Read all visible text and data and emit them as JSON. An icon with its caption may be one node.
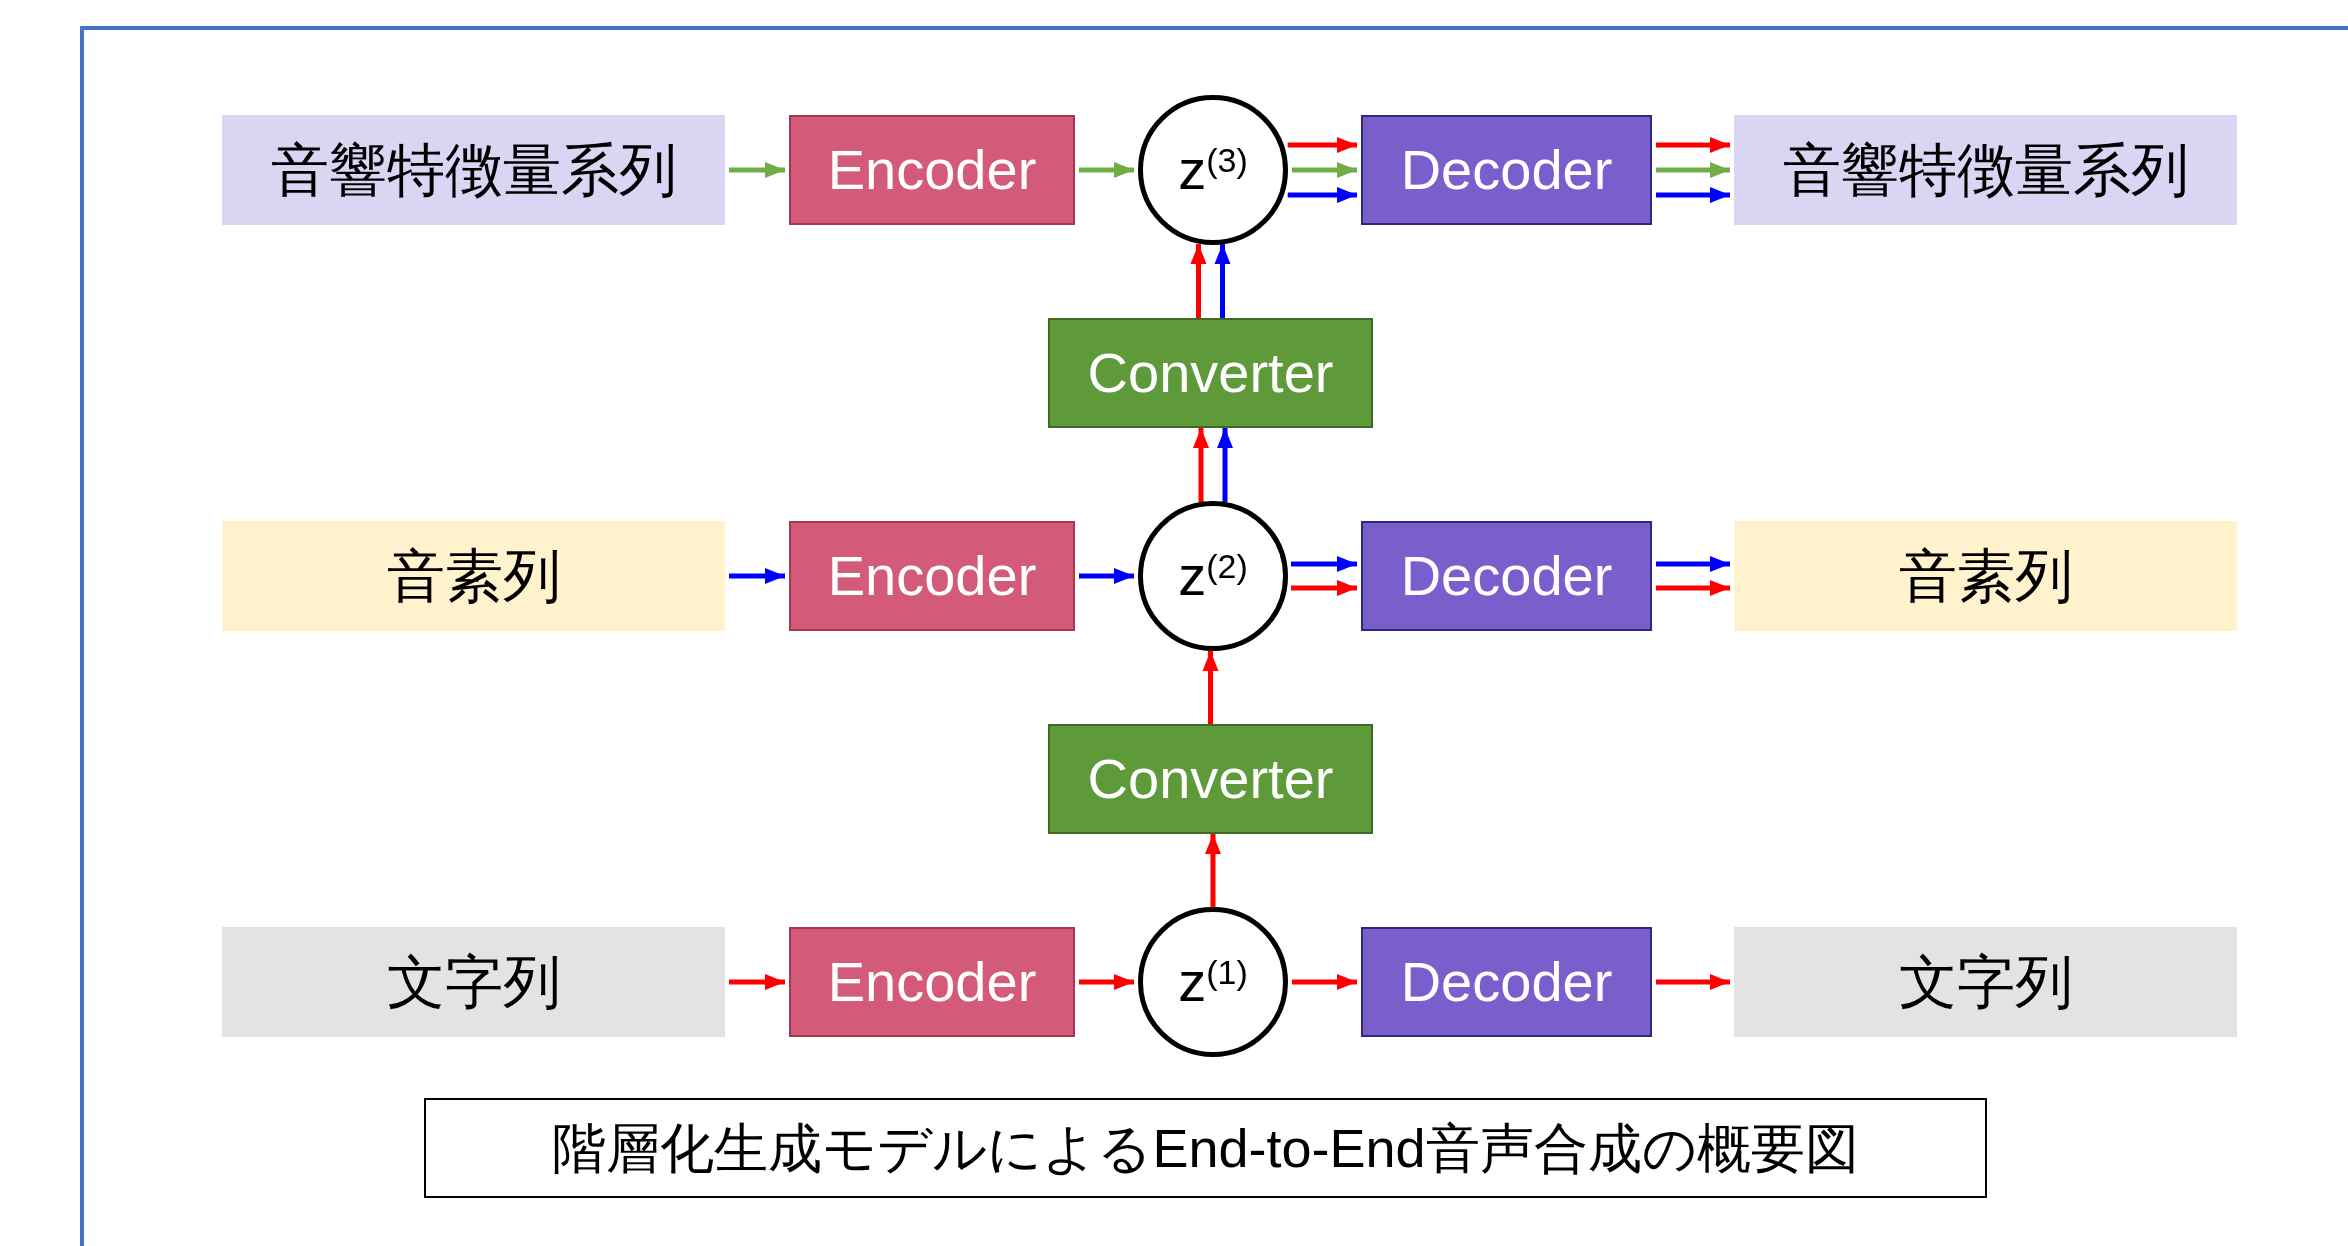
{
  "diagram": {
    "caption": "階層化生成モデルによるEnd-to-End音声合成の概要図",
    "nodes": [
      {
        "text": [
          "音響特徴量系列"
        ]
      },
      {
        "text": [
          "Encoder"
        ]
      },
      {
        "text": [
          "z$^{(3)}$"
        ]
      },
      {
        "text": [
          "Decoder"
        ]
      },
      {
        "text": [
          "音響特徴量系列"
        ]
      },
      {
        "text": [
          "Converter"
        ]
      },
      {
        "text": [
          "音素列"
        ]
      },
      {
        "text": [
          "Encoder"
        ]
      },
      {
        "text": [
          "z$^{(2)}$"
        ]
      },
      {
        "text": [
          "Decoder"
        ]
      },
      {
        "text": [
          "音素列"
        ]
      },
      {
        "text": [
          "Converter"
        ]
      },
      {
        "text": [
          "文字列"
        ]
      },
      {
        "text": [
          "Encoder"
        ]
      },
      {
        "text": [
          "z$^{(1)}$"
        ]
      },
      {
        "text": [
          "Decoder"
        ]
      },
      {
        "text": [
          "文字列"
        ]
      }
    ],
    "edges": [
      {
        "from": 0,
        "to": 1,
        "arrow": "to",
        "color": "#70ad47"
      },
      {
        "from": 1,
        "to": 2,
        "arrow": "to",
        "color": "#70ad47"
      },
      {
        "from": 2,
        "to": 3,
        "arrow": "to"
      },
      {
        "from": 2,
        "to": 3,
        "arrow": "to",
        "color": "#70ad47"
      },
      {
        "from": 2,
        "to": 3,
        "arrow": "to",
        "color": "#0000ff"
      },
      {
        "from": 3,
        "to": 4,
        "arrow": "to"
      },
      {
        "from": 3,
        "to": 4,
        "arrow": "to",
        "color": "#70ad47"
      },
      {
        "from": 3,
        "to": 4,
        "arrow": "to",
        "color": "#0000ff"
      },
      {
        "from": 5,
        "to": 2,
        "arrow": "to"
      },
      {
        "from": 5,
        "to": 2,
        "arrow": "to",
        "color": "#0000ff"
      },
      {
        "from": 8,
        "to": 5,
        "arrow": "to"
      },
      {
        "from": 8,
        "to": 5,
        "arrow": "to",
        "color": "#0000ff"
      },
      {
        "from": 6,
        "to": 7,
        "arrow": "to",
        "color": "#0000ff"
      },
      {
        "from": 7,
        "to": 8,
        "arrow": "to",
        "color": "#0000ff"
      },
      {
        "from": 8,
        "to": 9,
        "arrow": "to",
        "color": "#0000ff"
      },
      {
        "from": 8,
        "to": 9,
        "arrow": "to"
      },
      {
        "from": 9,
        "to": 10,
        "arrow": "to",
        "color": "#0000ff"
      },
      {
        "from": 9,
        "to": 10,
        "arrow": "to"
      },
      {
        "from": 14,
        "to": 11,
        "arrow": "to"
      },
      {
        "from": 11,
        "to": 8,
        "arrow": "to"
      },
      {
        "from": 12,
        "to": 13,
        "arrow": "to"
      },
      {
        "from": 13,
        "to": 14,
        "arrow": "to"
      },
      {
        "from": 14,
        "to": 15,
        "arrow": "to"
      },
      {
        "from": 15,
        "to": 16,
        "arrow": "to"
      }
    ]
  }
}
